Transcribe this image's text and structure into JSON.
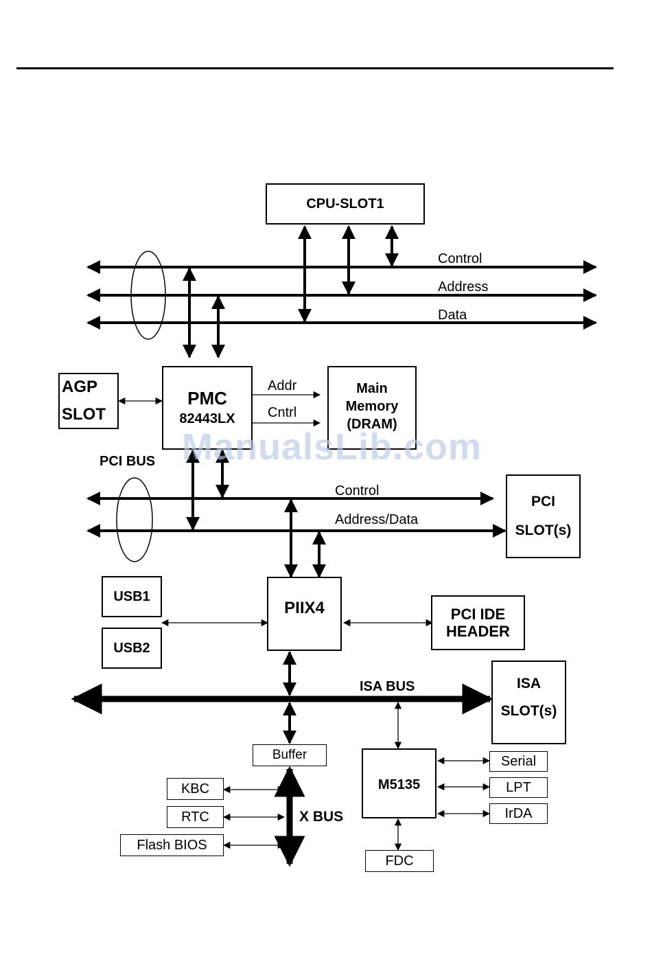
{
  "blocks": {
    "cpu": "CPU-SLOT1",
    "agp": [
      "AGP",
      "SLOT"
    ],
    "pmc": [
      "PMC",
      "82443LX"
    ],
    "main_memory": [
      "Main",
      "Memory",
      "(DRAM)"
    ],
    "pci_slots": [
      "PCI",
      "SLOT(s)"
    ],
    "usb1": "USB1",
    "usb2": "USB2",
    "piix4": "PIIX4",
    "pci_ide": [
      "PCI IDE",
      "HEADER"
    ],
    "isa_slots": [
      "ISA",
      "SLOT(s)"
    ],
    "buffer": "Buffer",
    "kbc": "KBC",
    "rtc": "RTC",
    "flash_bios": "Flash BIOS",
    "m5135": "M5135",
    "serial": "Serial",
    "lpt": "LPT",
    "irda": "IrDA",
    "fdc": "FDC"
  },
  "bus_labels": {
    "cpu_control": "Control",
    "cpu_address": "Address",
    "cpu_data": "Data",
    "mem_addr": "Addr",
    "mem_cntrl": "Cntrl",
    "pci_bus": "PCI BUS",
    "pci_control": "Control",
    "pci_address_data": "Address/Data",
    "isa_bus": "ISA BUS",
    "x_bus": "X BUS"
  },
  "watermark": "ManualsLib.com"
}
